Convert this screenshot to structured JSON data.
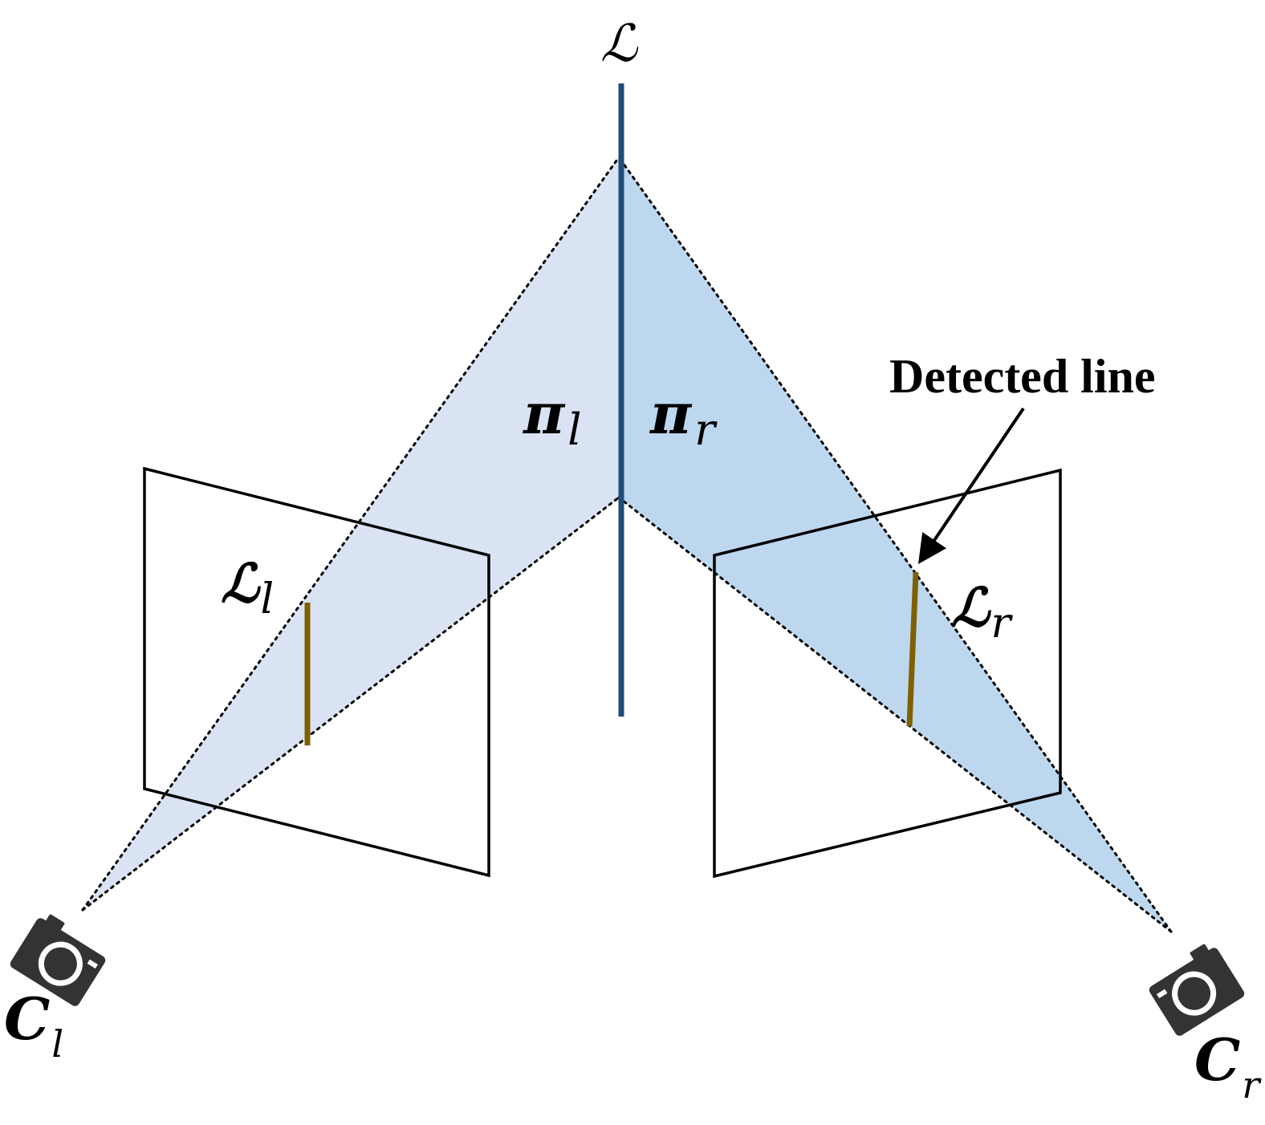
{
  "colors": {
    "plane_left": "#dae3f3",
    "plane_right": "#bdd7ee",
    "line_3d": "#1f4e79",
    "detected_line": "#7f6000",
    "camera": "#333333",
    "outline": "#000000"
  },
  "labels": {
    "line_3d": {
      "main": "ℒ",
      "sub": ""
    },
    "plane_left": {
      "main": "π",
      "sub": "l"
    },
    "plane_right": {
      "main": "π",
      "sub": "r"
    },
    "proj_left": {
      "main": "ℒ",
      "sub": "l"
    },
    "proj_right": {
      "main": "ℒ",
      "sub": "r"
    },
    "camera_left": {
      "main": "C",
      "sub": "l"
    },
    "camera_right": {
      "main": "C",
      "sub": "r"
    },
    "detected_line": "Detected line"
  },
  "icons": {
    "camera_left": "camera-icon",
    "camera_right": "camera-icon"
  }
}
